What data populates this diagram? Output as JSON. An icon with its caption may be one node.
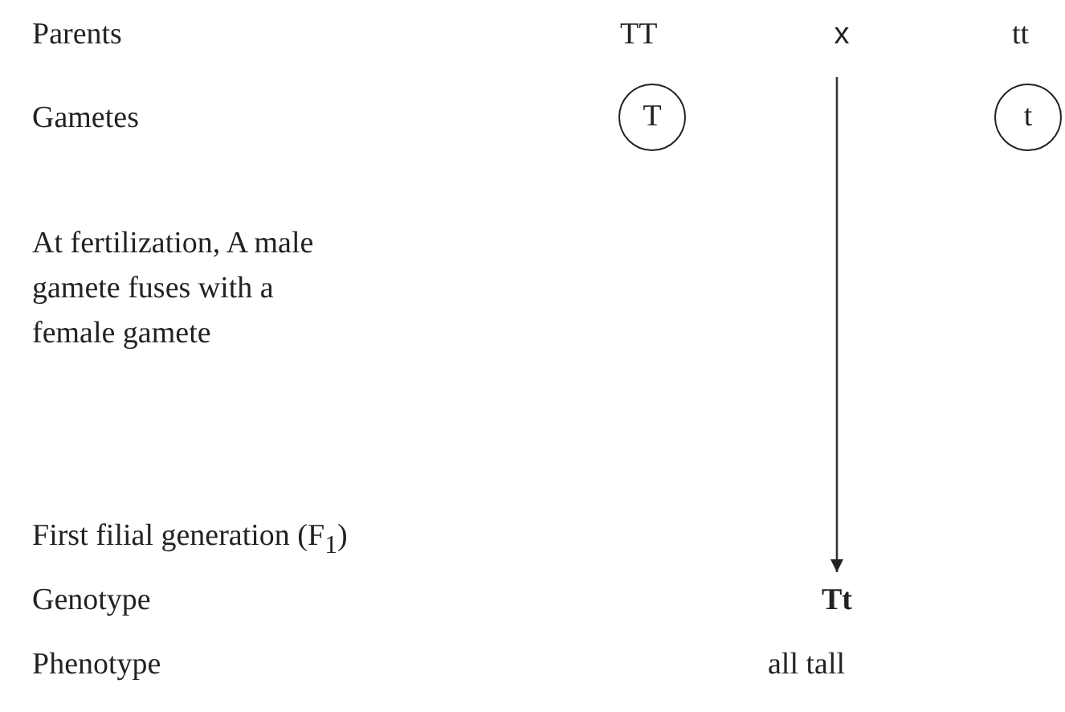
{
  "diagram": {
    "nodes": [
      {
        "text": [
          "x"
        ]
      },
      {
        "text": [
          "T"
        ]
      },
      {
        "text": [
          "t"
        ]
      },
      {
        "text": [
          "Tt"
        ]
      }
    ],
    "edges": [
      {
        "from": 0,
        "to": 3,
        "arrow": "to"
      }
    ],
    "labels": [
      "Parents",
      "TT",
      "tt",
      "Gametes",
      "At fertilization, A male gamete fuses with a female gamete",
      "First filial generation (F$_{1}$)",
      "Genotype",
      "Phenotype",
      "all tall"
    ]
  }
}
